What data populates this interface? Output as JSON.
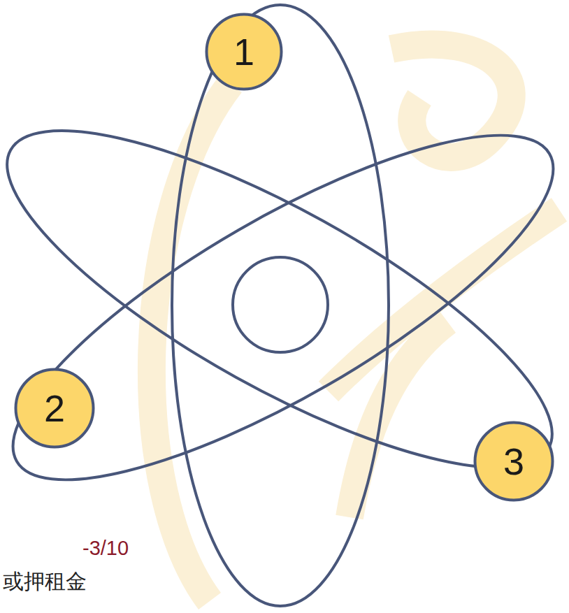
{
  "diagram": {
    "nodes": [
      {
        "text": [
          "1"
        ]
      },
      {
        "text": [
          "2"
        ]
      },
      {
        "text": [
          "3"
        ]
      }
    ],
    "labels": [
      "-3/10",
      "或押租金"
    ]
  }
}
